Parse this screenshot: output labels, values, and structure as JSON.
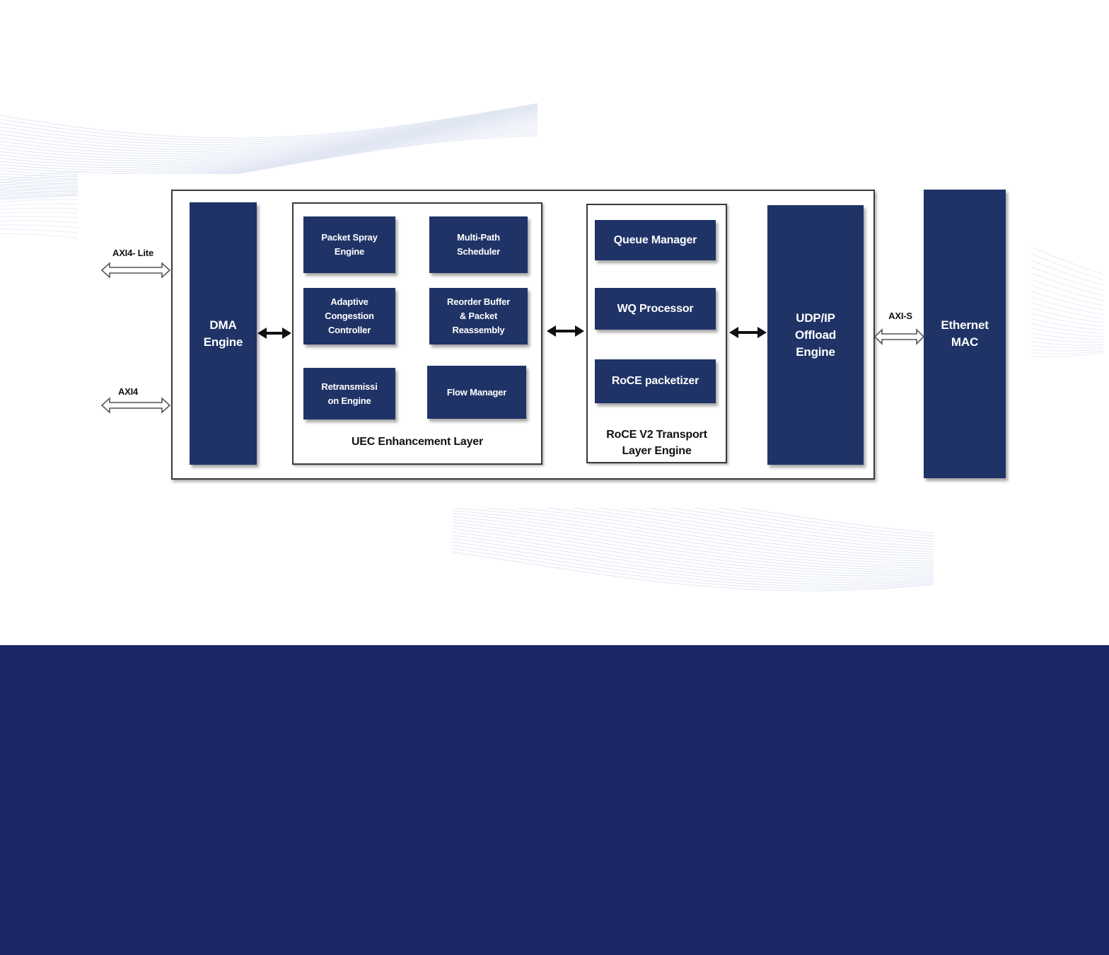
{
  "colors": {
    "block": "#1f3366",
    "footer": "#1c2566",
    "border": "#3a3a3a",
    "wave": "#c9d1ea"
  },
  "interfaces": {
    "axi4_lite": "AXI4- Lite",
    "axi4": "AXI4",
    "axis": "AXI-S"
  },
  "blocks": {
    "dma": [
      "DMA",
      "Engine"
    ],
    "udp": [
      "UDP/IP",
      "Offload",
      "Engine"
    ],
    "mac": [
      "Ethernet",
      "MAC"
    ]
  },
  "uec": {
    "title": "UEC Enhancement Layer",
    "packet_spray": [
      "Packet Spray",
      "Engine"
    ],
    "multipath": [
      "Multi-Path",
      "Scheduler"
    ],
    "adaptive": [
      "Adaptive",
      "Congestion",
      "Controller"
    ],
    "reorder": [
      "Reorder Buffer",
      "& Packet",
      "Reassembly"
    ],
    "retrans": [
      "Retransmissi",
      "on Engine"
    ],
    "flow": "Flow Manager"
  },
  "roce": {
    "title": [
      "RoCE V2 Transport",
      "Layer Engine"
    ],
    "queue": "Queue Manager",
    "wq": "WQ Processor",
    "packetizer": "RoCE packetizer"
  }
}
